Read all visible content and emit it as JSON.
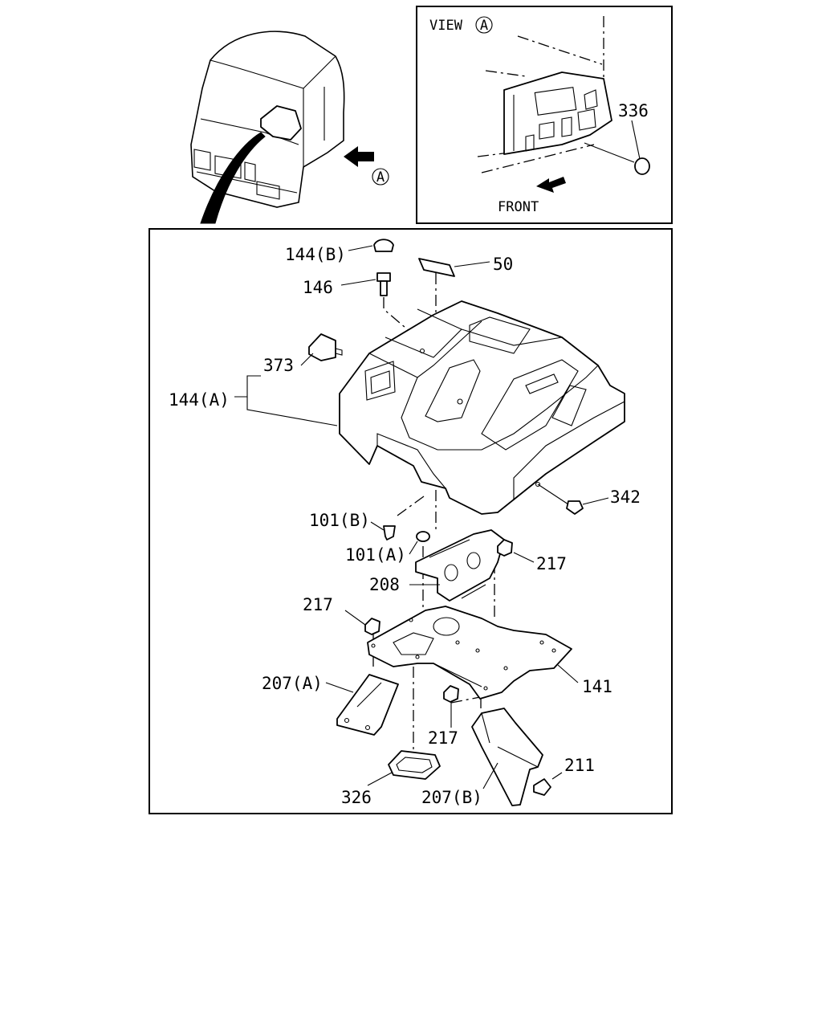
{
  "inset": {
    "view_title": "VIEW",
    "view_marker": "A",
    "front_label": "FRONT",
    "part_336": "336"
  },
  "cab": {
    "view_marker": "A"
  },
  "labels": {
    "p144b": "144(B)",
    "p50": "50",
    "p146": "146",
    "p373": "373",
    "p144a": "144(A)",
    "p342": "342",
    "p101b": "101(B)",
    "p101a": "101(A)",
    "p217a": "217",
    "p208": "208",
    "p217b": "217",
    "p141": "141",
    "p207a": "207(A)",
    "p217c": "217",
    "p211": "211",
    "p326": "326",
    "p207b": "207(B)"
  }
}
